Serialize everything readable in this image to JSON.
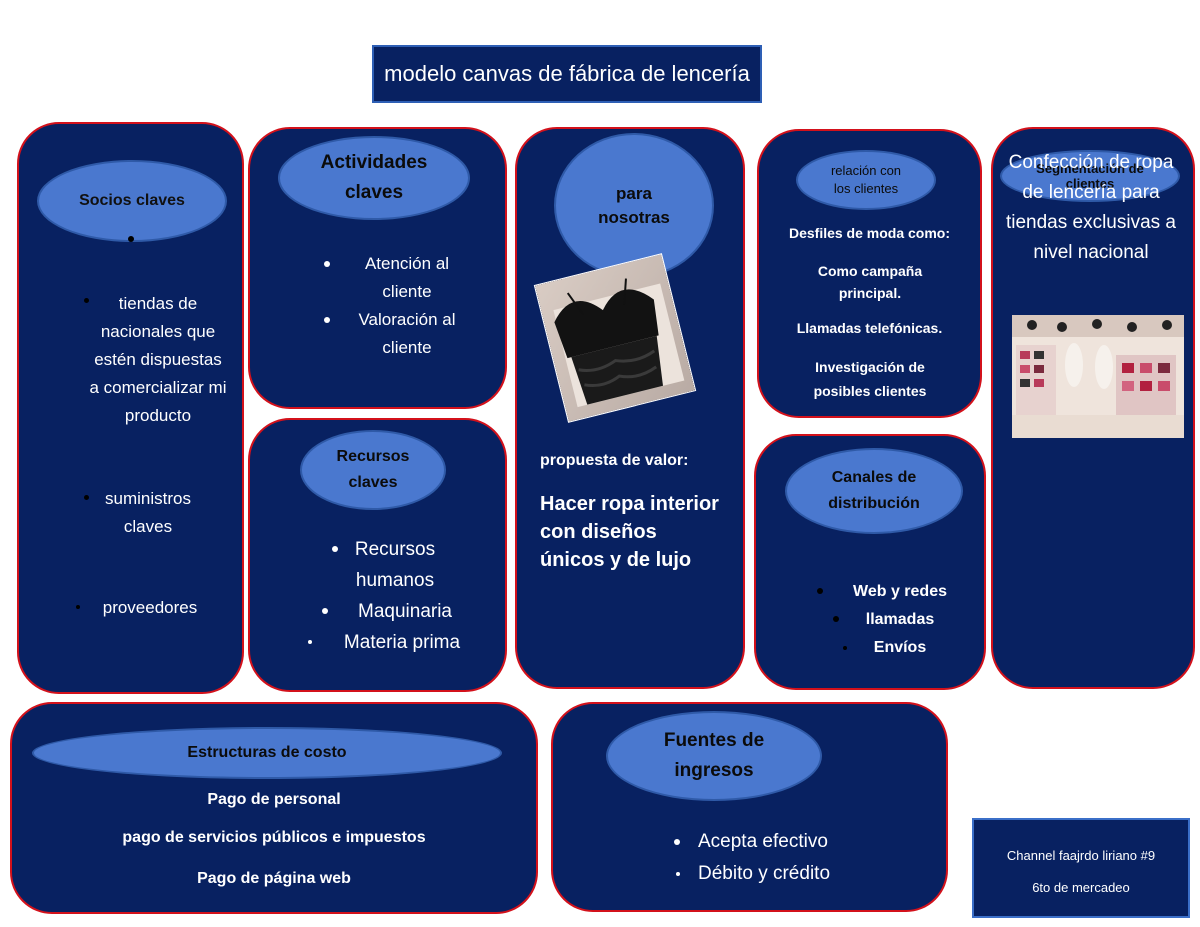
{
  "title": "modelo canvas de fábrica de lencería",
  "socios": {
    "label": "Socios claves",
    "items": [
      "tiendas de nacionales que estén dispuestas a comercializar mi producto",
      "suministros claves",
      "proveedores"
    ]
  },
  "actividades": {
    "label": "Actividades claves",
    "items": [
      "Atención al cliente",
      "Valoración al cliente"
    ]
  },
  "recursos": {
    "label": "Recursos claves",
    "items": [
      "Recursos humanos",
      "Maquinaria",
      "Materia prima"
    ]
  },
  "propuesta": {
    "label": "para nosotras",
    "heading": "propuesta de valor:",
    "body": "Hacer ropa interior con diseños únicos y de lujo"
  },
  "relacion": {
    "label": "relación con los clientes",
    "lines": [
      "Desfiles de moda como:",
      "Como campaña principal.",
      "Llamadas telefónicas.",
      "Investigación de posibles clientes"
    ]
  },
  "canales": {
    "label": "Canales de distribución",
    "items": [
      "Web y redes",
      "llamadas",
      "Envíos"
    ]
  },
  "segmentacion": {
    "label": "Segmentación de clientes",
    "body": "Confección de ropa de lencería para tiendas exclusivas a nivel nacional"
  },
  "costos": {
    "label": "Estructuras de costo",
    "lines": [
      "Pago de personal",
      "pago de servicios públicos e impuestos",
      "Pago de página web"
    ]
  },
  "ingresos": {
    "label": "Fuentes de ingresos",
    "items": [
      "Acepta efectivo",
      "Débito y crédito"
    ]
  },
  "autor": {
    "name": "Channel faajrdo liriano #9",
    "course": "6to de mercadeo"
  },
  "colors": {
    "box": "#082161",
    "border": "#d3111b",
    "oval": "#4a78cf"
  }
}
